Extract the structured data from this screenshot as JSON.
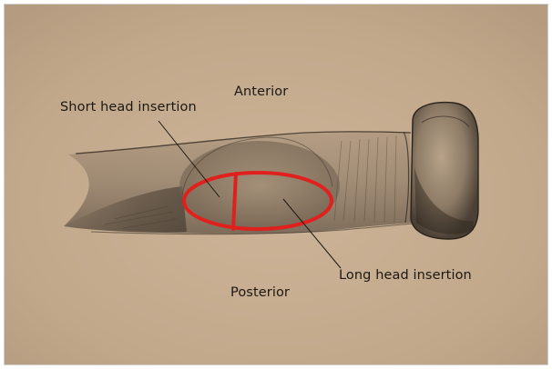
{
  "labels": {
    "anterior": "Anterior",
    "posterior": "Posterior",
    "short_head": "Short head insertion",
    "long_head": "Long head insertion"
  },
  "colors": {
    "paper": "#c4ab8f",
    "pencil": "#2a241c",
    "insertion_outline": "#e0201c"
  },
  "drawing": {
    "subject": "pencil sketch of bone with tendon insertion footprint",
    "outline_icon": "red-ellipse-outline"
  }
}
